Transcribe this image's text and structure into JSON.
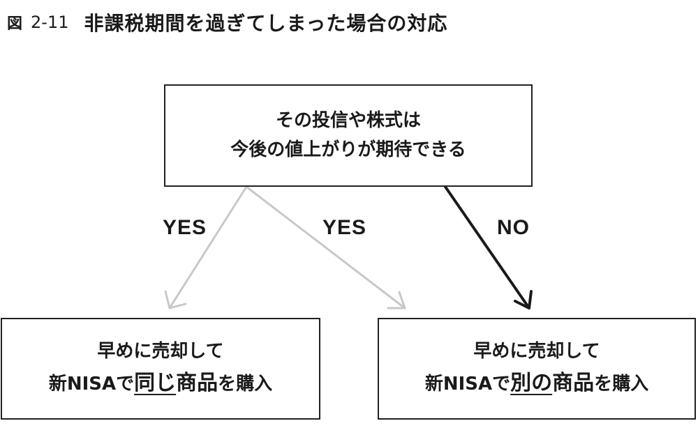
{
  "figure": {
    "label": "図",
    "number": "2-11",
    "title": "非課税期間を過ぎてしまった場合の対応"
  },
  "top_box": {
    "line1": "その投信や株式は",
    "line2": "今後の値上がりが期待できる"
  },
  "edges": {
    "yes_left": "YES",
    "yes_right": "YES",
    "no": "NO"
  },
  "left_box": {
    "line1": "早めに売却して",
    "line2_prefix": "新NISAで",
    "line2_emph": "同じ",
    "line2_mid": "商品",
    "line2_suffix": "を購入"
  },
  "right_box": {
    "line1": "早めに売却して",
    "line2_prefix": "新NISAで",
    "line2_emph": "別の",
    "line2_mid": "商品",
    "line2_suffix": "を購入"
  },
  "colors": {
    "yes_arrow": "#c8c8c8",
    "no_arrow": "#1a1a1a",
    "border": "#222222"
  }
}
